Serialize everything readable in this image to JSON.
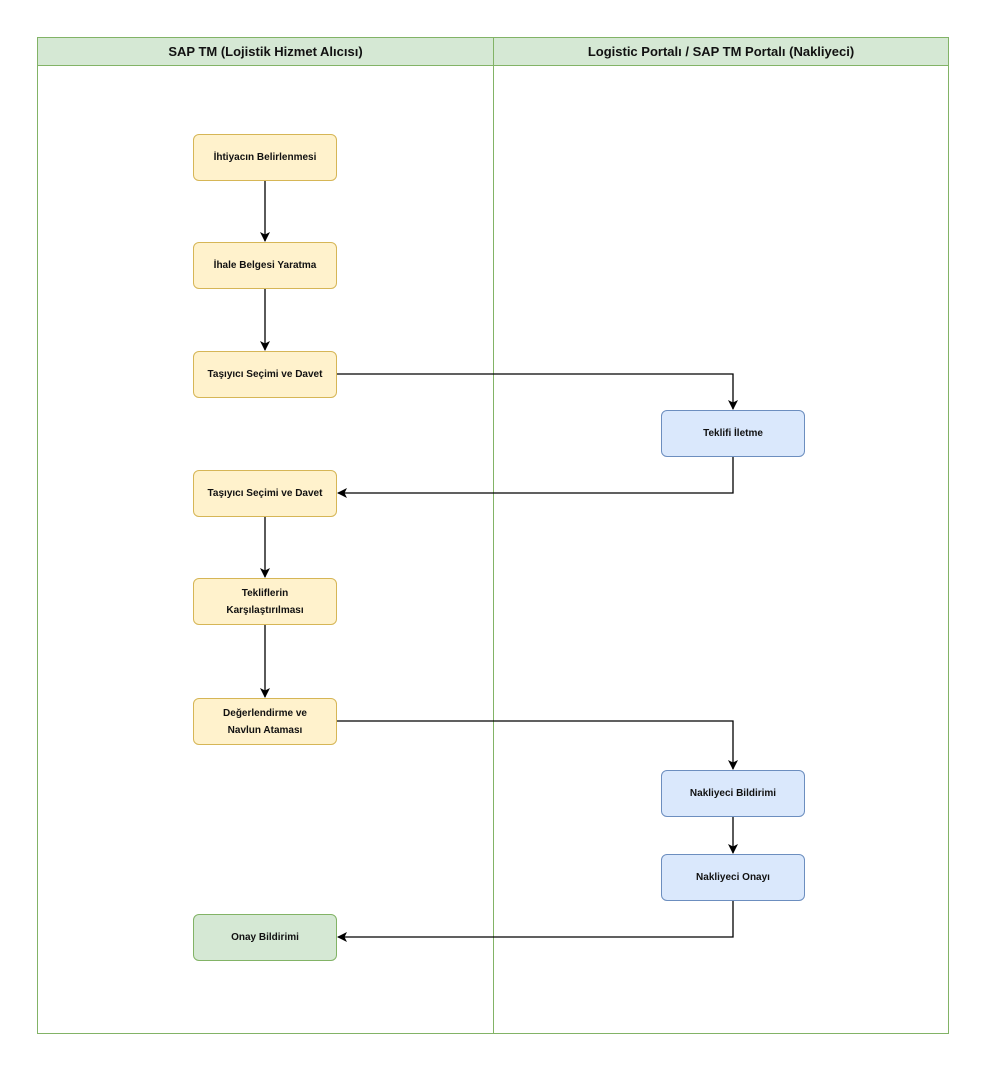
{
  "diagram": {
    "lanes": [
      {
        "title": "SAP TM (Lojistik Hizmet Alıcısı)"
      },
      {
        "title": "Logistic Portalı / SAP TM Portalı (Nakliyeci)"
      }
    ],
    "nodes": {
      "n1": "İhtiyacın Belirlenmesi",
      "n2": "İhale Belgesi Yaratma",
      "n3": "Taşıyıcı Seçimi ve Davet",
      "n4": "Teklifi İletme",
      "n5": "Taşıyıcı Seçimi ve Davet",
      "n6": "Tekliflerin Karşılaştırılması",
      "n7": "Değerlendirme ve Navlun Ataması",
      "n8": "Nakliyeci Bildirimi",
      "n9": "Nakliyeci Onayı",
      "n10": "Onay Bildirimi"
    },
    "edges": [
      {
        "from": "n1",
        "to": "n2"
      },
      {
        "from": "n2",
        "to": "n3"
      },
      {
        "from": "n3",
        "to": "n4"
      },
      {
        "from": "n4",
        "to": "n5"
      },
      {
        "from": "n5",
        "to": "n6"
      },
      {
        "from": "n6",
        "to": "n7"
      },
      {
        "from": "n7",
        "to": "n8"
      },
      {
        "from": "n8",
        "to": "n9"
      },
      {
        "from": "n9",
        "to": "n10"
      }
    ],
    "colors": {
      "lane_border": "#82b366",
      "lane_header_fill": "#d5e8d4",
      "process_fill": "#fff2cc",
      "process_stroke": "#d6b656",
      "carrier_fill": "#dae8fc",
      "carrier_stroke": "#6c8ebf",
      "end_fill": "#d5e8d4",
      "end_stroke": "#82b366",
      "edge": "#000000"
    }
  }
}
